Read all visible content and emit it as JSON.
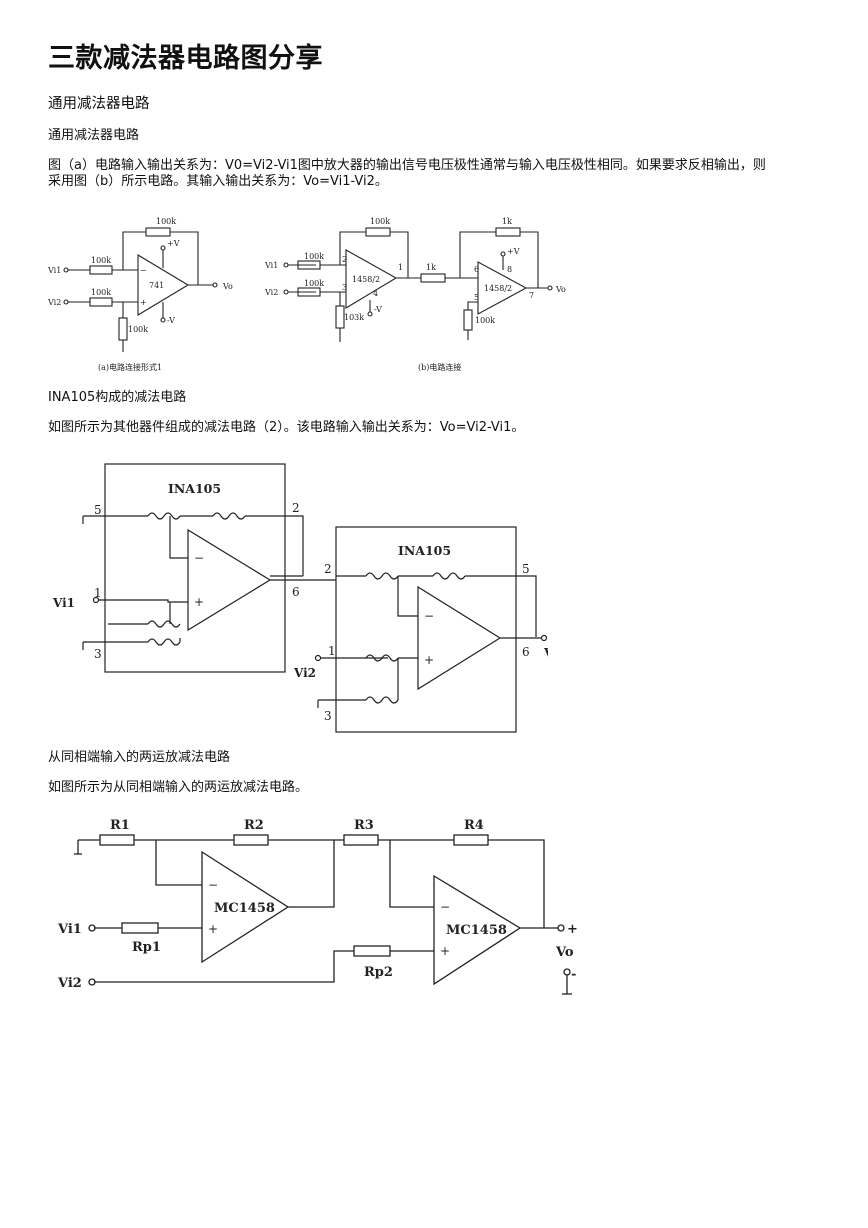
{
  "page_title": "三款减法器电路图分享",
  "section1": {
    "heading": "通用减法器电路",
    "subheading": "通用减法器电路",
    "para1_line1": "图（a）电路输入输出关系为：V0=Vi2-Vi1图中放大器的输出信号电压极性通常与输入电压极性相同。如果要求反相输出，则",
    "para1_line2": "采用图（b）所示电路。其输入输出关系为：Vo=Vi1-Vi2。"
  },
  "fig1": {
    "a": {
      "r_fb": "100k",
      "r_in1": "100k",
      "r_in2": "100k",
      "r_gnd": "100k",
      "opamp": "741",
      "vi1": "Vi1",
      "vi2": "Vi2",
      "vo": "Vo",
      "vplus": "+V",
      "vminus": "-V",
      "caption": "(a)电路连接形式1"
    },
    "b": {
      "r_fb1": "100k",
      "r_in1": "100k",
      "r_in2": "100k",
      "r_gnd1": "103k",
      "opamp1": "1458/2",
      "pin2": "2",
      "pin3": "3",
      "pin1": "1",
      "pin4": "4",
      "vminus": "-V",
      "r_mid": "1k",
      "r_fb2": "1k",
      "opamp2": "1458/2",
      "pin6": "6",
      "pin5": "5",
      "pin7": "7",
      "pin8": "8",
      "vplus": "+V",
      "r_gnd2": "100k",
      "vi1": "Vi1",
      "vi2": "Vi2",
      "vo": "Vo",
      "caption": "(b)电路连接"
    }
  },
  "section2": {
    "heading": "INA105构成的减法电路",
    "para": "如图所示为其他器件组成的减法电路（2）。该电路输入输出关系为：Vo=Vi2-Vi1。"
  },
  "fig2": {
    "chip1": "INA105",
    "chip2": "INA105",
    "c1_pin5": "5",
    "c1_pin2": "2",
    "c1_pin1": "1",
    "c1_pin3": "3",
    "c1_pin6": "6",
    "c2_pin2": "2",
    "c2_pin5": "5",
    "c2_pin1": "1",
    "c2_pin3": "3",
    "c2_pin6": "6",
    "vi1": "Vi1",
    "vi2": "Vi2",
    "vo": "Vo",
    "minus": "−",
    "plus": "+"
  },
  "section3": {
    "heading": "从同相端输入的两运放减法电路",
    "para": "如图所示为从同相端输入的两运放减法电路。"
  },
  "fig3": {
    "r1": "R1",
    "r2": "R2",
    "r3": "R3",
    "r4": "R4",
    "rp1": "Rp1",
    "rp2": "Rp2",
    "opamp1": "MC1458",
    "opamp2": "MC1458",
    "vi1": "Vi1",
    "vi2": "Vi2",
    "vo": "Vo",
    "plus_out": "+",
    "minus_out": "-",
    "minus": "−",
    "plus": "+"
  }
}
